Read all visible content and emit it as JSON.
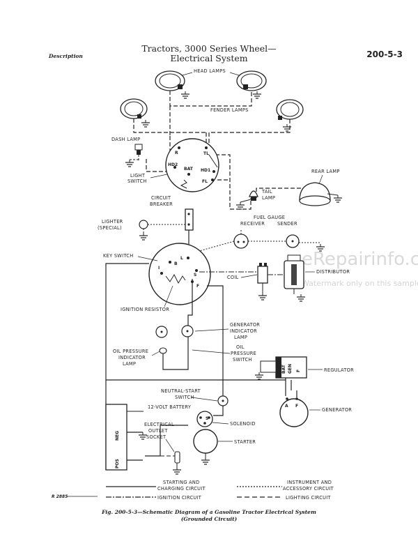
{
  "header": {
    "title_line1": "Tractors, 3000 Series Wheel—",
    "title_line2": "Electrical System",
    "section": "Description",
    "page_number": "200-5-3"
  },
  "labels": {
    "head_lamps": "HEAD LAMPS",
    "fender_lamps": "FENDER LAMPS",
    "dash_lamp": "DASH LAMP",
    "light_switch_1": "LIGHT",
    "light_switch_2": "SWITCH",
    "rear_lamp": "REAR LAMP",
    "tail_lamp_1": "TAIL",
    "tail_lamp_2": "LAMP",
    "circuit_breaker_1": "CIRCUIT",
    "circuit_breaker_2": "BREAKER",
    "lighter_1": "LIGHTER",
    "lighter_2": "(SPECIAL)",
    "fuel_gauge_receiver_1": "FUEL GAUGE",
    "fuel_gauge_receiver_2": "RECEIVER",
    "sender": "SENDER",
    "key_switch": "KEY SWITCH",
    "distributor": "DISTRIBUTOR",
    "coil": "COIL",
    "ignition_resistor": "IGNITION RESISTOR",
    "generator_indicator_1": "GENERATOR",
    "generator_indicator_2": "INDICATOR",
    "generator_indicator_3": "LAMP",
    "oil_pressure_indicator_1": "OIL PRESSURE",
    "oil_pressure_indicator_2": "INDICATOR",
    "oil_pressure_indicator_3": "LAMP",
    "oil_pressure_switch_1": "OIL",
    "oil_pressure_switch_2": "PRESSURE",
    "oil_pressure_switch_3": "SWITCH",
    "regulator": "REGULATOR",
    "neutral_start_1": "NEUTRAL-START",
    "neutral_start_2": "SWITCH",
    "battery": "12-VOLT BATTERY",
    "outlet_1": "ELECTRICAL",
    "outlet_2": "OUTLET",
    "outlet_3": "SOCKET",
    "solenoid": "SOLENOID",
    "starter": "STARTER",
    "generator": "GENERATOR"
  },
  "terminals": {
    "r": "R",
    "tl": "TL",
    "hd2": "HD2",
    "bat": "BAT",
    "hd1": "HD1",
    "fl": "FL",
    "l": "L",
    "b": "B",
    "i": "I",
    "s": "S",
    "f": "F",
    "reg_bat": "BAT",
    "reg_gen": "GEN",
    "reg_f": "F",
    "gen_a": "A",
    "gen_f": "F",
    "neg": "NEG",
    "pos": "POS",
    "sol_s": "S"
  },
  "legend": {
    "starting_1": "STARTING AND",
    "starting_2": "CHARGING CIRCUIT",
    "ignition": "IGNITION CIRCUIT",
    "instrument_1": "INSTRUMENT AND",
    "instrument_2": "ACCESSORY CIRCUIT",
    "lighting": "LIGHTING CIRCUIT",
    "ref_code": "R 2885"
  },
  "caption": {
    "line1": "Fig. 200-5-3—Schematic Diagram of a Gasoline Tractor Electrical System",
    "line2": "(Grounded Circuit)"
  },
  "watermark": {
    "site": "eRepairinfo.com",
    "note": "Watermark only on this sample"
  }
}
